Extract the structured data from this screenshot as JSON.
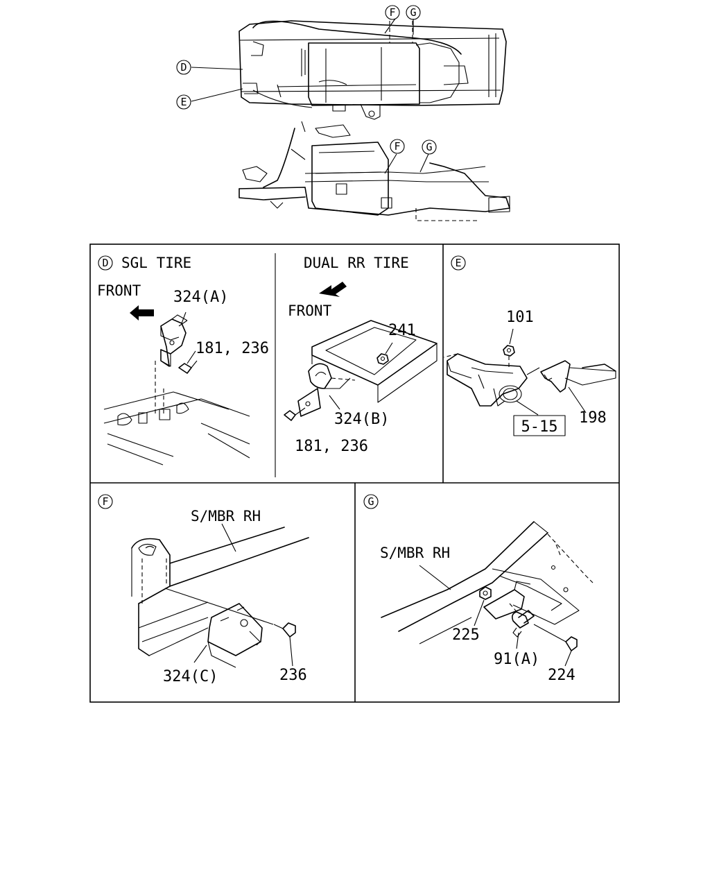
{
  "overview": {
    "callouts_top": [
      "F",
      "G",
      "D",
      "E"
    ],
    "callouts_side": [
      "F",
      "G"
    ]
  },
  "panel_d": {
    "letter": "D",
    "left_title": "SGL TIRE",
    "left_front": "FRONT",
    "left_bracket": "324(A)",
    "left_bolts": "181, 236",
    "right_title": "DUAL RR TIRE",
    "right_front": "FRONT",
    "right_nut": "241",
    "right_bracket": "324(B)",
    "right_bolts": "181, 236"
  },
  "panel_e": {
    "letter": "E",
    "nut": "101",
    "clip": "198",
    "ref_box": "5-15"
  },
  "panel_f": {
    "letter": "F",
    "member": "S/MBR RH",
    "bracket": "324(C)",
    "bolt": "236"
  },
  "panel_g": {
    "letter": "G",
    "member": "S/MBR RH",
    "nut": "225",
    "clip": "91(A)",
    "bolt": "224"
  }
}
